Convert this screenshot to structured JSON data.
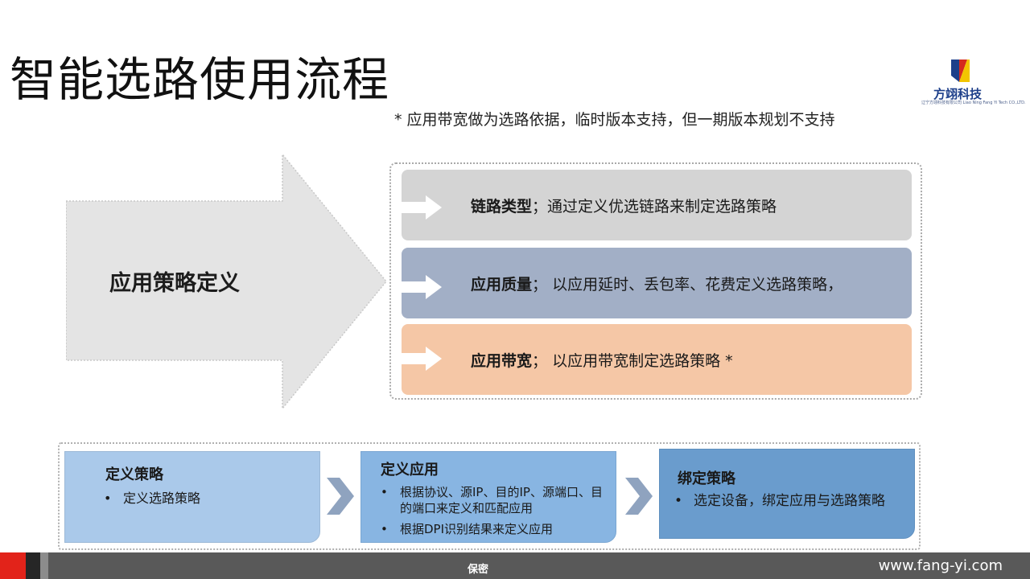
{
  "slide": {
    "title": "智能选路使用流程",
    "note": "* 应用带宽做为选路依据，临时版本支持，但一期版本规划不支持"
  },
  "logo": {
    "name": "方翊科技",
    "subtitle": "辽宁方翊科技有限公司 Liao Ning Fang Yi Tech CO.,LTD."
  },
  "definition_arrow": {
    "label": "应用策略定义"
  },
  "strategies": [
    {
      "name": "链路类型",
      "separator": "；",
      "desc": "通过定义优选链路来制定选路策略",
      "color": "#d4d4d4"
    },
    {
      "name": "应用质量",
      "separator": "；",
      "desc": " 以应用延时、丢包率、花费定义选路策略，",
      "color": "#a2afc6"
    },
    {
      "name": "应用带宽",
      "separator": "；",
      "desc": " 以应用带宽制定选路策略 *",
      "color": "#f5c7a6"
    }
  ],
  "flow": [
    {
      "title": "定义策略",
      "items": [
        "定义选路策略"
      ],
      "color": "#aac9ea"
    },
    {
      "title": "定义应用",
      "items": [
        "根据协议、源IP、目的IP、源端口、目的端口来定义和匹配应用",
        "根据DPI识别结果来定义应用"
      ],
      "color": "#88b5e2"
    },
    {
      "title": "绑定策略",
      "items": [
        "选定设备，绑定应用与选路策略"
      ],
      "color": "#6a9ccd"
    }
  ],
  "footer": {
    "center": "保密",
    "url": "www.fang-yi.com"
  },
  "icons": {
    "logo": "fangyi-logo-icon",
    "strategy_arrow": "white-arrow-icon",
    "flow_arrow": "chevron-right-icon"
  }
}
